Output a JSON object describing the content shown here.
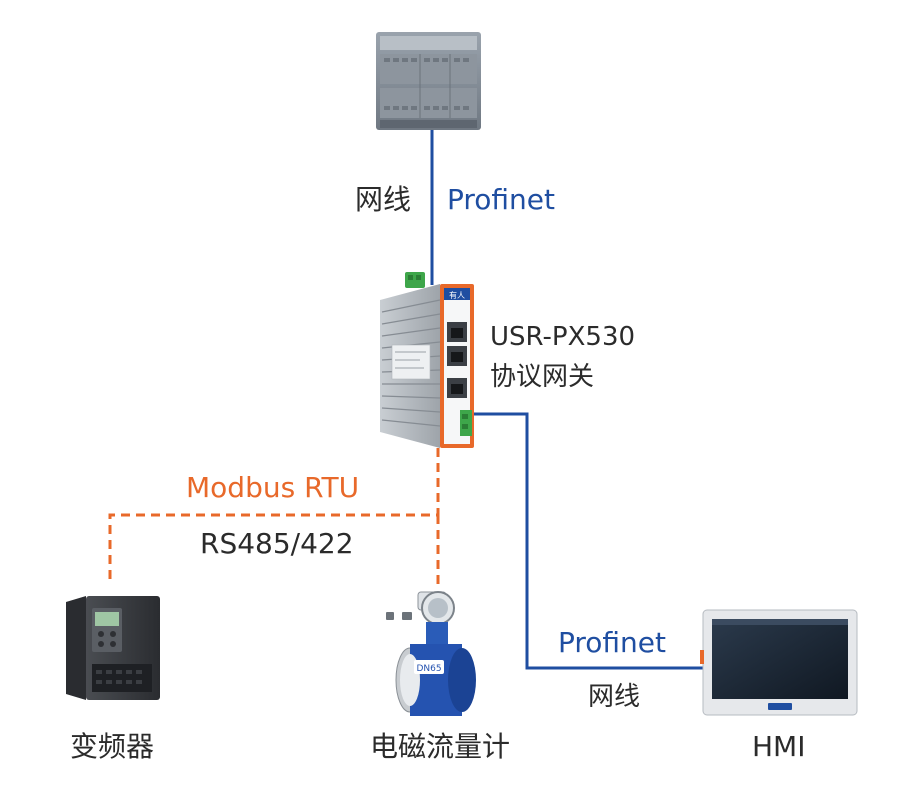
{
  "top_link": {
    "cable": "网线",
    "protocol": "Profinet"
  },
  "gateway": {
    "model": "USR-PX530",
    "name": "协议网关",
    "brand_badge": "有人"
  },
  "serial_bus": {
    "protocol": "Modbus RTU",
    "interface": "RS485/422"
  },
  "hmi_link": {
    "protocol": "Profinet",
    "cable": "网线"
  },
  "devices": {
    "vfd": "变频器",
    "flowmeter": "电磁流量计",
    "hmi": "HMI"
  },
  "flowmeter_badge": "DN65",
  "colors": {
    "profinet": "#1f4ea1",
    "modbus": "#e8692a",
    "text": "#2b2b2b"
  }
}
